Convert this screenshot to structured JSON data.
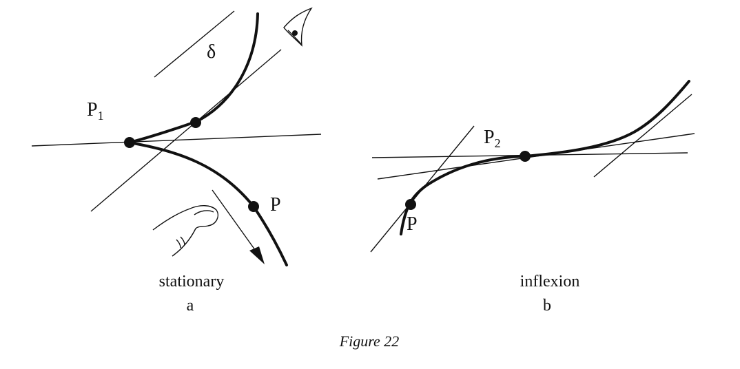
{
  "panel_a": {
    "label_p1_main": "P",
    "label_p1_sub": "1",
    "label_delta": "δ",
    "label_p": "P",
    "caption": "stationary",
    "letter": "a",
    "icons": [
      "eye-icon",
      "pointing-finger-icon",
      "arrow-icon"
    ]
  },
  "panel_b": {
    "label_p2_main": "P",
    "label_p2_sub": "2",
    "label_p": "P",
    "caption": "inflexion",
    "letter": "b"
  },
  "figure_caption": "Figure 22"
}
